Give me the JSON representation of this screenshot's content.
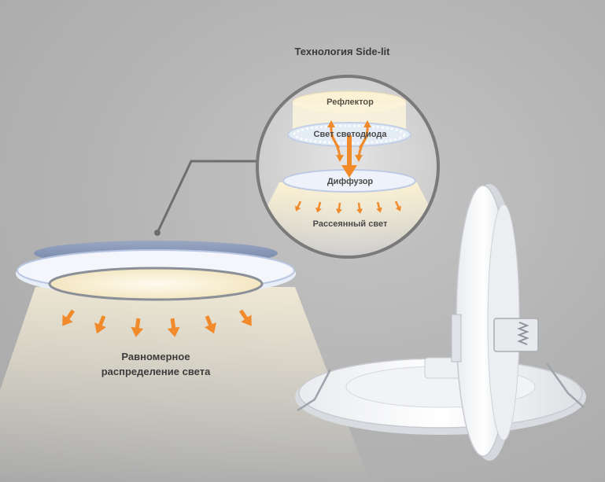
{
  "title": "Технология Side-lit",
  "callout": {
    "reflector_label": "Рефлектор",
    "led_light_label": "Свет светодиода",
    "diffuser_label": "Диффузор",
    "scattered_light_label": "Рассеянный свет"
  },
  "panel": {
    "distribution_line1": "Равномерное",
    "distribution_line2": "распределение света"
  },
  "colors": {
    "background": "#b7b7b7",
    "arrow": "#f08a2a",
    "panel_rim": "#7d8fb0",
    "panel_light": "#f7efd8",
    "callout_border": "#7a7a7a"
  }
}
